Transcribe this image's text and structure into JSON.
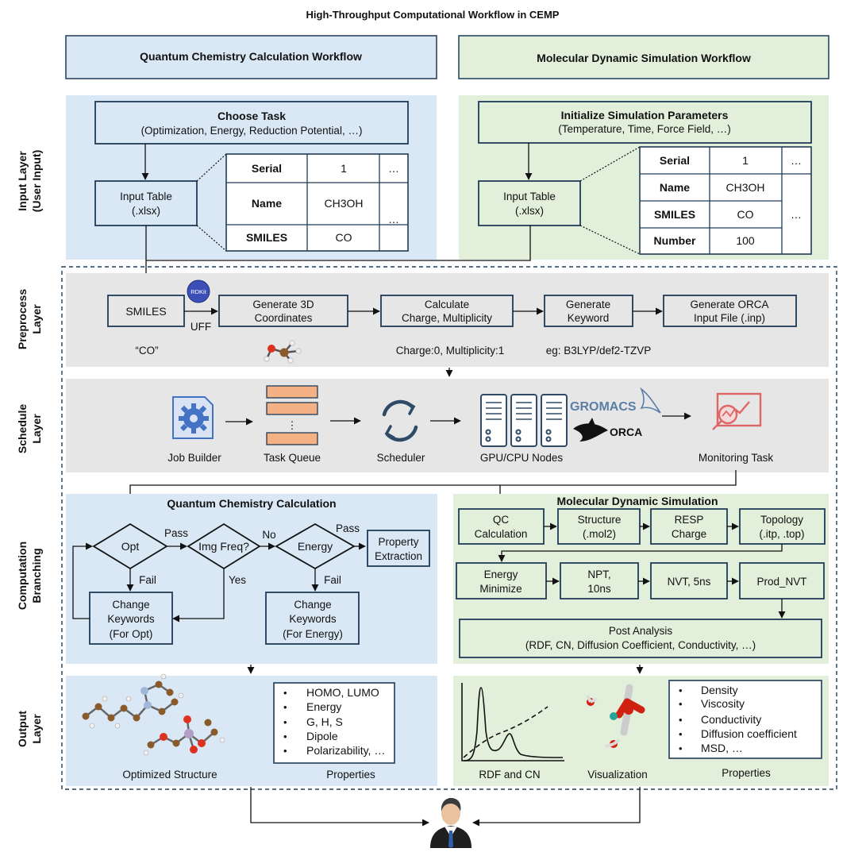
{
  "title": "High-Throughput Computational Workflow in CEMP",
  "headers": {
    "qc": "Quantum Chemistry Calculation Workflow",
    "md": "Molecular Dynamic Simulation Workflow"
  },
  "layers": {
    "input": [
      "Input Layer",
      "(User Input)"
    ],
    "preprocess": [
      "Preprocess",
      "Layer"
    ],
    "schedule": [
      "Schedule",
      "Layer"
    ],
    "computation": [
      "Computation",
      "Branching"
    ],
    "output": [
      "Output",
      "Layer"
    ]
  },
  "input_qc": {
    "task_title": "Choose Task",
    "task_sub": "(Optimization, Energy, Reduction Potential, …)",
    "table_box": [
      "Input Table",
      "(.xlsx)"
    ],
    "table": {
      "rows": [
        [
          "Serial",
          "1",
          "…"
        ],
        [
          "Name",
          "CH3OH",
          ""
        ],
        [
          "SMILES",
          "CO",
          "…"
        ]
      ]
    }
  },
  "input_md": {
    "task_title": "Initialize Simulation Parameters",
    "task_sub": "(Temperature, Time, Force Field, …)",
    "table_box": [
      "Input Table",
      "(.xlsx)"
    ],
    "table": {
      "rows": [
        [
          "Serial",
          "1",
          "…"
        ],
        [
          "Name",
          "CH3OH",
          ""
        ],
        [
          "SMILES",
          "CO",
          "…"
        ],
        [
          "Number",
          "100",
          ""
        ]
      ]
    }
  },
  "preprocess": {
    "smiles": "SMILES",
    "rdkit": "RDKit",
    "uff": "UFF",
    "co_example": "“CO”",
    "gen3d": [
      "Generate 3D",
      "Coordinates"
    ],
    "calc": [
      "Calculate",
      "Charge, Multiplicity"
    ],
    "calc_example": "Charge:0, Multiplicity:1",
    "keyword": [
      "Generate",
      "Keyword"
    ],
    "keyword_example": "eg: B3LYP/def2-TZVP",
    "orca_input": [
      "Generate ORCA",
      "Input File (.inp)"
    ]
  },
  "schedule": {
    "job_builder": "Job Builder",
    "task_queue": "Task Queue",
    "queue_dots": "⋮",
    "scheduler": "Scheduler",
    "nodes": "GPU/CPU Nodes",
    "gromacs": "GROMACS",
    "orca": "ORCA",
    "monitoring": "Monitoring Task"
  },
  "qc_branch": {
    "title": "Quantum Chemistry Calculation",
    "opt": "Opt",
    "imgfreq": "Img Freq?",
    "energy": "Energy",
    "pass1": "Pass",
    "no": "No",
    "pass2": "Pass",
    "fail1": "Fail",
    "yes": "Yes",
    "fail2": "Fail",
    "property": [
      "Property",
      "Extraction"
    ],
    "change_opt": [
      "Change",
      "Keywords",
      "(For Opt)"
    ],
    "change_energy": [
      "Change",
      "Keywords",
      "(For Energy)"
    ]
  },
  "md_branch": {
    "title": "Molecular Dynamic Simulation",
    "qc": [
      "QC",
      "Calculation"
    ],
    "structure": [
      "Structure",
      "(.mol2)"
    ],
    "resp": [
      "RESP",
      "Charge"
    ],
    "topology": [
      "Topology",
      "(.itp, .top)"
    ],
    "energy_min": [
      "Energy",
      "Minimize"
    ],
    "npt": [
      "NPT,",
      "10ns"
    ],
    "nvt": "NVT, 5ns",
    "prod": "Prod_NVT",
    "post_title": "Post Analysis",
    "post_sub": "(RDF, CN, Diffusion Coefficient, Conductivity, …)"
  },
  "output_qc": {
    "structure_label": "Optimized Structure",
    "properties_label": "Properties",
    "properties": [
      "HOMO, LUMO",
      "Energy",
      "G, H, S",
      "Dipole",
      "Polarizability, …"
    ]
  },
  "output_md": {
    "rdf_label": "RDF and CN",
    "vis_label": "Visualization",
    "properties_label": "Properties",
    "properties": [
      "Density",
      "Viscosity",
      "Conductivity",
      "Diffusion coefficient",
      "MSD, …"
    ]
  },
  "colors": {
    "qc_panel": "#dae8f6",
    "md_panel": "#e2efda",
    "gray_panel": "#e6e6e6",
    "box_stroke": "#1f3b57",
    "queue_orange": "#f4b183",
    "accent_blue": "#4472c4",
    "monitor_red": "#e06666"
  }
}
